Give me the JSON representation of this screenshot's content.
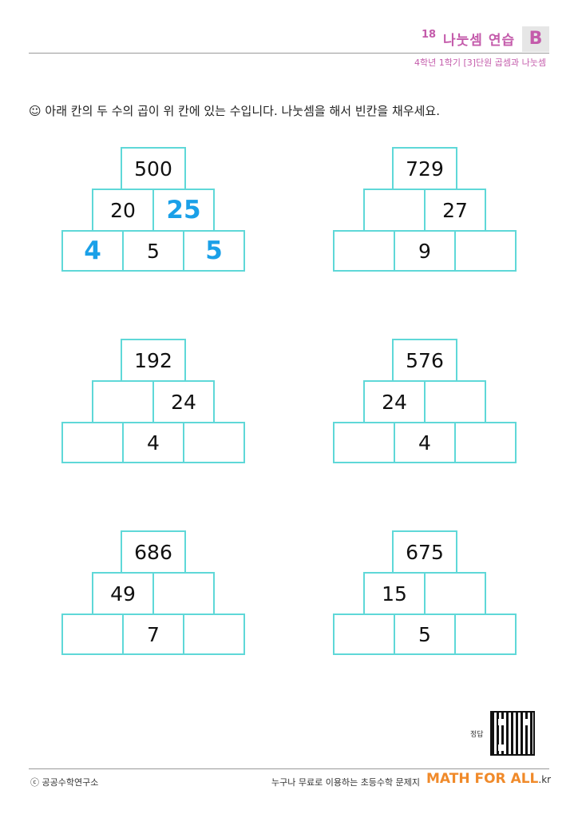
{
  "header": {
    "number": "18",
    "title": "나눗셈 연습",
    "level": "B",
    "subtitle": "4학년 1학기 [3]단원 곱셈과 나눗셈"
  },
  "instruction": "☺ 아래 칸의 두 수의 곱이 위 칸에 있는 수입니다. 나눗셈을 해서 빈칸을 채우세요.",
  "problems": [
    {
      "top": "500",
      "mid_left": "20",
      "mid_right": "25",
      "bot_left": "4",
      "bot_mid": "5",
      "bot_right": "5",
      "answers": [
        "mid_right",
        "bot_left",
        "bot_right"
      ]
    },
    {
      "top": "729",
      "mid_left": "",
      "mid_right": "27",
      "bot_left": "",
      "bot_mid": "9",
      "bot_right": "",
      "answers": []
    },
    {
      "top": "192",
      "mid_left": "",
      "mid_right": "24",
      "bot_left": "",
      "bot_mid": "4",
      "bot_right": "",
      "answers": []
    },
    {
      "top": "576",
      "mid_left": "24",
      "mid_right": "",
      "bot_left": "",
      "bot_mid": "4",
      "bot_right": "",
      "answers": []
    },
    {
      "top": "686",
      "mid_left": "49",
      "mid_right": "",
      "bot_left": "",
      "bot_mid": "7",
      "bot_right": "",
      "answers": []
    },
    {
      "top": "675",
      "mid_left": "15",
      "mid_right": "",
      "bot_left": "",
      "bot_mid": "5",
      "bot_right": "",
      "answers": []
    }
  ],
  "qr_label": "정답",
  "footer": {
    "copyright": "ⓒ 공공수학연구소",
    "tagline": "누구나 무료로 이용하는 초등수학 문제지",
    "brand_main": "MATH FOR ALL",
    "brand_suffix": ".kr"
  }
}
